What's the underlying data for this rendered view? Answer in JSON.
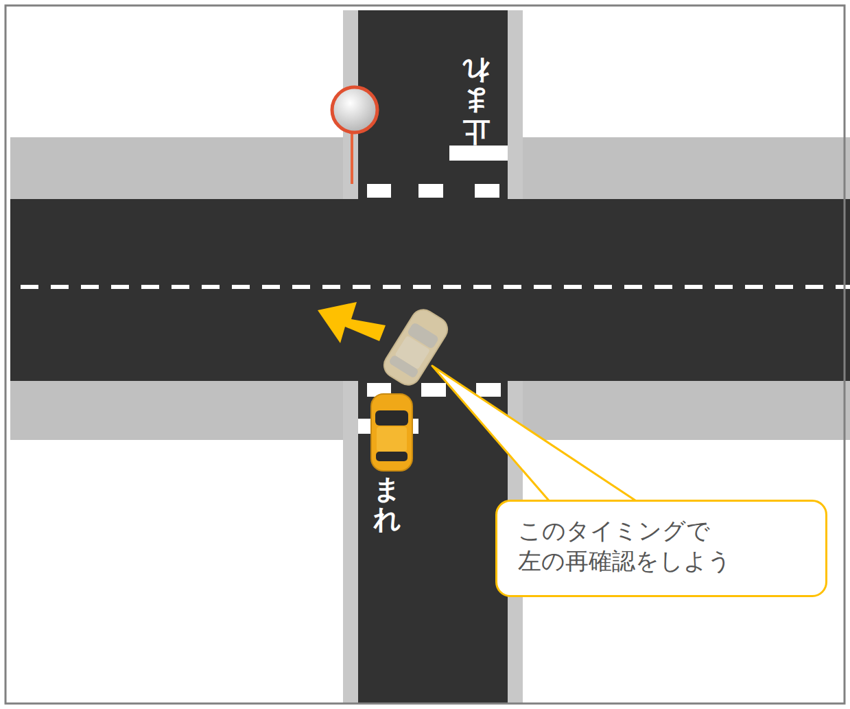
{
  "diagram": {
    "nodes": [
      {
        "text": [
          "このタイミングで 左の再確認をしよう"
        ]
      }
    ],
    "labels": [
      "止まれ",
      "まれ"
    ]
  }
}
